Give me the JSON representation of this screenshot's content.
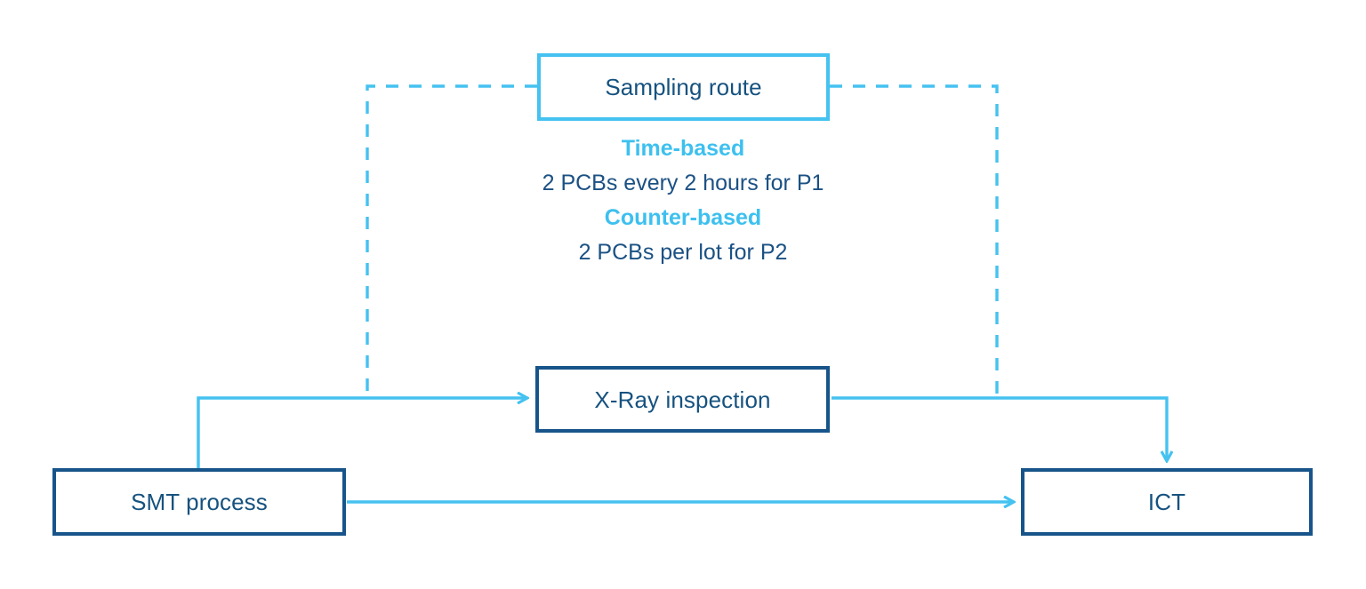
{
  "diagram": {
    "type": "flowchart",
    "title": "SMT sampling route flow",
    "colors": {
      "accent_light_blue": "#45c2f0",
      "node_border_navy": "#17548a",
      "text_navy": "#16527f",
      "background": "#ffffff"
    },
    "nodes": [
      {
        "id": "sampling-route",
        "label": "Sampling route",
        "border_style": "solid",
        "border_color": "#45c2f0"
      },
      {
        "id": "x-ray-inspection",
        "label": "X-Ray inspection",
        "border_style": "solid",
        "border_color": "#17548a"
      },
      {
        "id": "smt-process",
        "label": "SMT process",
        "border_style": "solid",
        "border_color": "#17548a"
      },
      {
        "id": "ict",
        "label": "ICT",
        "border_style": "solid",
        "border_color": "#17548a"
      }
    ],
    "sampling_details": [
      {
        "text": "Time-based",
        "style": "heading"
      },
      {
        "text": "2 PCBs every 2 hours for P1",
        "style": "body"
      },
      {
        "text": "Counter-based",
        "style": "heading"
      },
      {
        "text": "2 PCBs per lot for P2",
        "style": "body"
      }
    ],
    "connectors": [
      {
        "id": "smt-to-xray",
        "from": "smt-process",
        "to": "x-ray-inspection",
        "style": "solid",
        "arrow": true
      },
      {
        "id": "xray-to-ict",
        "from": "x-ray-inspection",
        "to": "ict",
        "style": "solid",
        "arrow": true
      },
      {
        "id": "smt-to-ict",
        "from": "smt-process",
        "to": "ict",
        "style": "solid",
        "arrow": true
      },
      {
        "id": "sampling-scope",
        "from": "sampling-route",
        "to": "sampling-scope-region",
        "style": "dashed",
        "arrow": false
      }
    ]
  }
}
